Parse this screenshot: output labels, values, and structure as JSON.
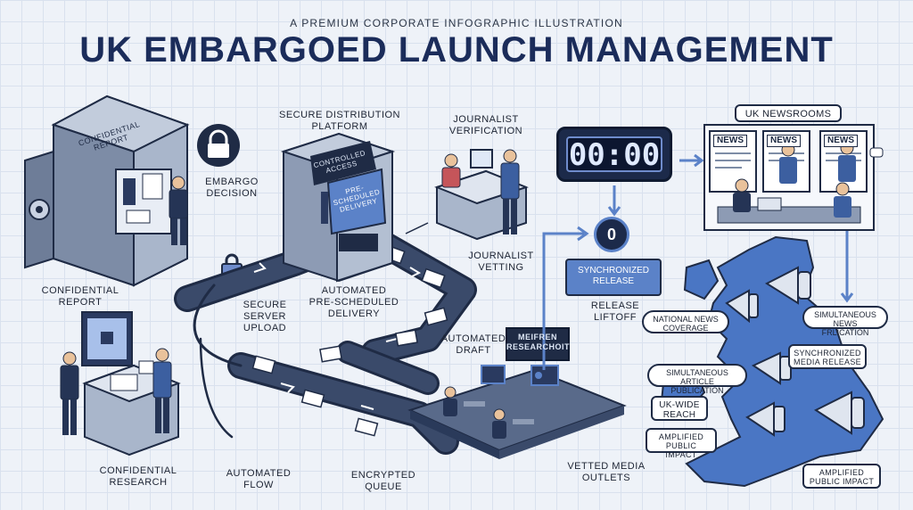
{
  "header": {
    "subtitle": "A PREMIUM CORPORATE INFOGRAPHIC ILLUSTRATION",
    "title": "UK EMBARGOED LAUNCH MANAGEMENT"
  },
  "labels": {
    "confidential_report_box": "CONFIDENTIAL\nREPORT",
    "embargo_decision": "EMBARGO\nDECISION",
    "confidential_report": "CONFIDENTIAL\nREPORT",
    "secure_platform": "SECURE DISTRIBUTION\nPLATFORM",
    "journalist_verification": "JOURNALIST\nVERIFICATION",
    "journalist_vetting": "JOURNALIST\nVETTING",
    "automated_delivery": "AUTOMATED\nPRE-SCHEDULED\nDELIVERY",
    "secure_upload": "SECURE\nSERVER\nUPLOAD",
    "automated_draft": "AUTOMATED\nDRAFT",
    "confidential_research": "CONFIDENTIAL\nRESEARCH",
    "automated_flow": "AUTOMATED\nFLOW",
    "encrypted_queue": "ENCRYPTED\nQUEUE",
    "vetted_outlets": "VETTED MEDIA\nOUTLETS",
    "release_liftoff": "RELEASE\nLIFTOFF",
    "uk_newsrooms": "UK NEWSROOMS",
    "machine_top": "CONTROLLED\nACCESS",
    "machine_screen": "PRE-\nSCHEDULED\nDELIVERY",
    "media_sign": "MEIFREN\nRESEARCHOIT"
  },
  "clock": {
    "time": "00:00",
    "counter": "0"
  },
  "sync_release": "SYNCHRONIZED\nRELEASE",
  "newspaper_tag": "NEWS",
  "map_chips": {
    "national_news": "NATIONAL NEWS\nCOVERAGE",
    "simultaneous_news": "SIMULTANEOUS\nNEWS FRLICATION",
    "sync_media": "SYNCHRONIZED\nMEDIA RELEASE",
    "article_publication": "SIMULTANEOUS\nARTICLE PUBLICATION",
    "uk_wide": "UK-WIDE\nREACH",
    "amplified_1": "AMPLIFIED\nPUBLIC IMPACT",
    "amplified_2": "AMPLIFIED\nPUBLIC IMPACT"
  },
  "colors": {
    "navy": "#1f2b45",
    "accent": "#5b82c8",
    "map": "#4a76c4",
    "belt": "#3a4a6a"
  }
}
